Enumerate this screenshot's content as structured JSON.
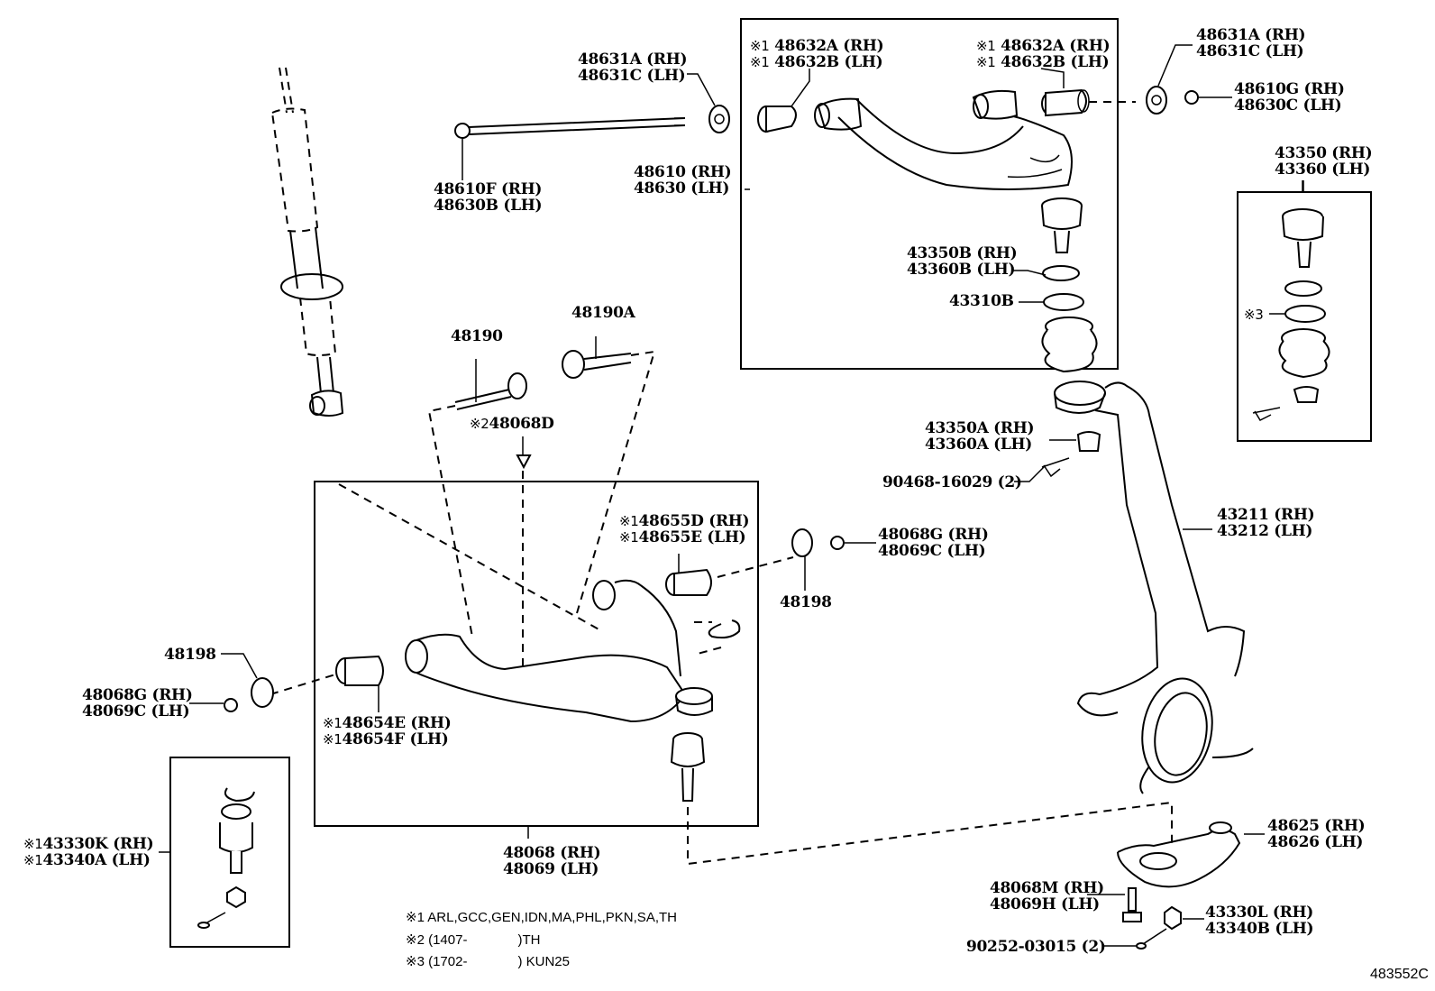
{
  "diagram": {
    "figure_id": "483552C",
    "groups": {
      "upper_arm_box": "48610 (RH) / 48630 (LH)",
      "lower_arm_box": "48068 (RH) / 48069 (LH)",
      "upper_ball_joint_box": "43350 (RH) / 43360 (LH)",
      "lower_ball_joint_box": "43330K (RH) / 43340A (LH)"
    },
    "labels": {
      "l48631a_left": {
        "mark": "",
        "rows": [
          "48631A (RH)",
          "48631C (LH)"
        ]
      },
      "l48610f": {
        "mark": "",
        "rows": [
          "48610F (RH)",
          "48630B (LH)"
        ]
      },
      "l48610": {
        "mark": "",
        "rows": [
          "48610 (RH)",
          "48630 (LH)"
        ]
      },
      "l48632_left": {
        "mark": "※1",
        "rows": [
          "48632A (RH)",
          "48632B (LH)"
        ]
      },
      "l48632_right": {
        "mark": "※1",
        "rows": [
          "48632A (RH)",
          "48632B (LH)"
        ]
      },
      "l48631a_right": {
        "mark": "",
        "rows": [
          "48631A (RH)",
          "48631C (LH)"
        ]
      },
      "l48610g": {
        "mark": "",
        "rows": [
          "48610G (RH)",
          "48630C (LH)"
        ]
      },
      "l43350": {
        "mark": "",
        "rows": [
          "43350 (RH)",
          "43360 (LH)"
        ]
      },
      "l43350b": {
        "mark": "",
        "rows": [
          "43350B (RH)",
          "43360B (LH)"
        ]
      },
      "l43310b": {
        "mark": "",
        "rows": [
          "43310B"
        ]
      },
      "l_note3": {
        "mark": "※3",
        "rows": [
          ""
        ]
      },
      "l48190": {
        "mark": "",
        "rows": [
          "48190"
        ]
      },
      "l48190a": {
        "mark": "",
        "rows": [
          "48190A"
        ]
      },
      "l48068d": {
        "mark": "※2",
        "rows": [
          "48068D"
        ]
      },
      "l43350a": {
        "mark": "",
        "rows": [
          "43350A (RH)",
          "43360A (LH)"
        ]
      },
      "l90468": {
        "mark": "",
        "rows": [
          "90468-16029 (2)"
        ]
      },
      "l48655": {
        "mark": "※1",
        "rows": [
          "48655D (RH)",
          "48655E (LH)"
        ]
      },
      "l48068g_right": {
        "mark": "",
        "rows": [
          "48068G (RH)",
          "48069C (LH)"
        ]
      },
      "l48198_right": {
        "mark": "",
        "rows": [
          "48198"
        ]
      },
      "l43211": {
        "mark": "",
        "rows": [
          "43211 (RH)",
          "43212 (LH)"
        ]
      },
      "l48198_left": {
        "mark": "",
        "rows": [
          "48198"
        ]
      },
      "l48068g_left": {
        "mark": "",
        "rows": [
          "48068G (RH)",
          "48069C (LH)"
        ]
      },
      "l48654": {
        "mark": "※1",
        "rows": [
          "48654E (RH)",
          "48654F (LH)"
        ]
      },
      "l43330k": {
        "mark": "※1",
        "rows": [
          "43330K (RH)",
          "43340A (LH)"
        ]
      },
      "l48068": {
        "mark": "",
        "rows": [
          "48068 (RH)",
          "48069 (LH)"
        ]
      },
      "l48625": {
        "mark": "",
        "rows": [
          "48625 (RH)",
          "48626 (LH)"
        ]
      },
      "l48068m": {
        "mark": "",
        "rows": [
          "48068M (RH)",
          "48069H (LH)"
        ]
      },
      "l43330l": {
        "mark": "",
        "rows": [
          "43330L (RH)",
          "43340B (LH)"
        ]
      },
      "l90252": {
        "mark": "",
        "rows": [
          "90252-03015 (2)"
        ]
      }
    },
    "notes": [
      {
        "mark": "※1",
        "text": "ARL,GCC,GEN,IDN,MA,PHL,PKN,SA,TH"
      },
      {
        "mark": "※2",
        "pre": "(1407-",
        "post": ")TH"
      },
      {
        "mark": "※3",
        "pre": "(1702-",
        "post": ") KUN25"
      }
    ]
  }
}
